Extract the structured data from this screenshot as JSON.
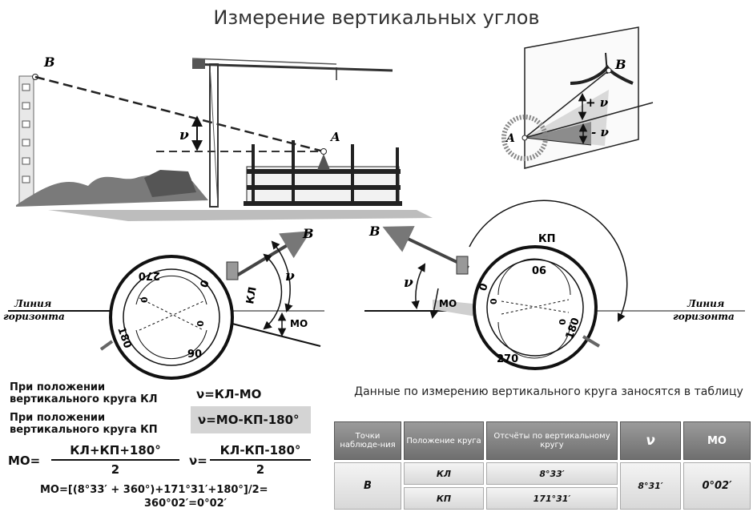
{
  "title": "Измерение вертикальных углов",
  "labels": {
    "point_b": "B",
    "point_a": "A",
    "nu": "ν",
    "plus_nu": "+ ν",
    "minus_nu": "- ν",
    "kl": "КЛ",
    "kp": "КП",
    "mo": "МО",
    "horizon_line": "Линия",
    "horizon_line2": "горизонта"
  },
  "dial_left": {
    "top": "270",
    "left": "180",
    "bottom": "90",
    "zero": "0"
  },
  "dial_right": {
    "top": "90",
    "right": "180",
    "bottom": "270",
    "zero": "0"
  },
  "formulas": {
    "kl_position": "При положении вертикального круга КЛ",
    "kl_formula": "ν=КЛ-МО",
    "kp_position": "При положении вертикального круга КП",
    "kp_formula": "ν=МО-КП-180°",
    "mo_label": "МО=",
    "mo_num": "КЛ+КП+180°",
    "mo_den": "2",
    "nu_label": "ν=",
    "nu_num": "КЛ-КП-180°",
    "nu_den": "2",
    "example_line1": "МО=[(8°33′ + 360°)+171°31′+180°]/2=",
    "example_line2": "360°02′=0°02′"
  },
  "table": {
    "caption": "Данные по измерению вертикального круга заносятся в таблицу",
    "headers": [
      "Точки наблюде-ния",
      "Положение круга",
      "Отсчёты по вертикальному кругу",
      "ν",
      "МО"
    ],
    "point": "B",
    "rows": [
      {
        "position": "КЛ",
        "reading": "8°33′"
      },
      {
        "position": "КП",
        "reading": "171°31′"
      }
    ],
    "nu_value": "8°31′",
    "mo_value": "0°02′"
  }
}
